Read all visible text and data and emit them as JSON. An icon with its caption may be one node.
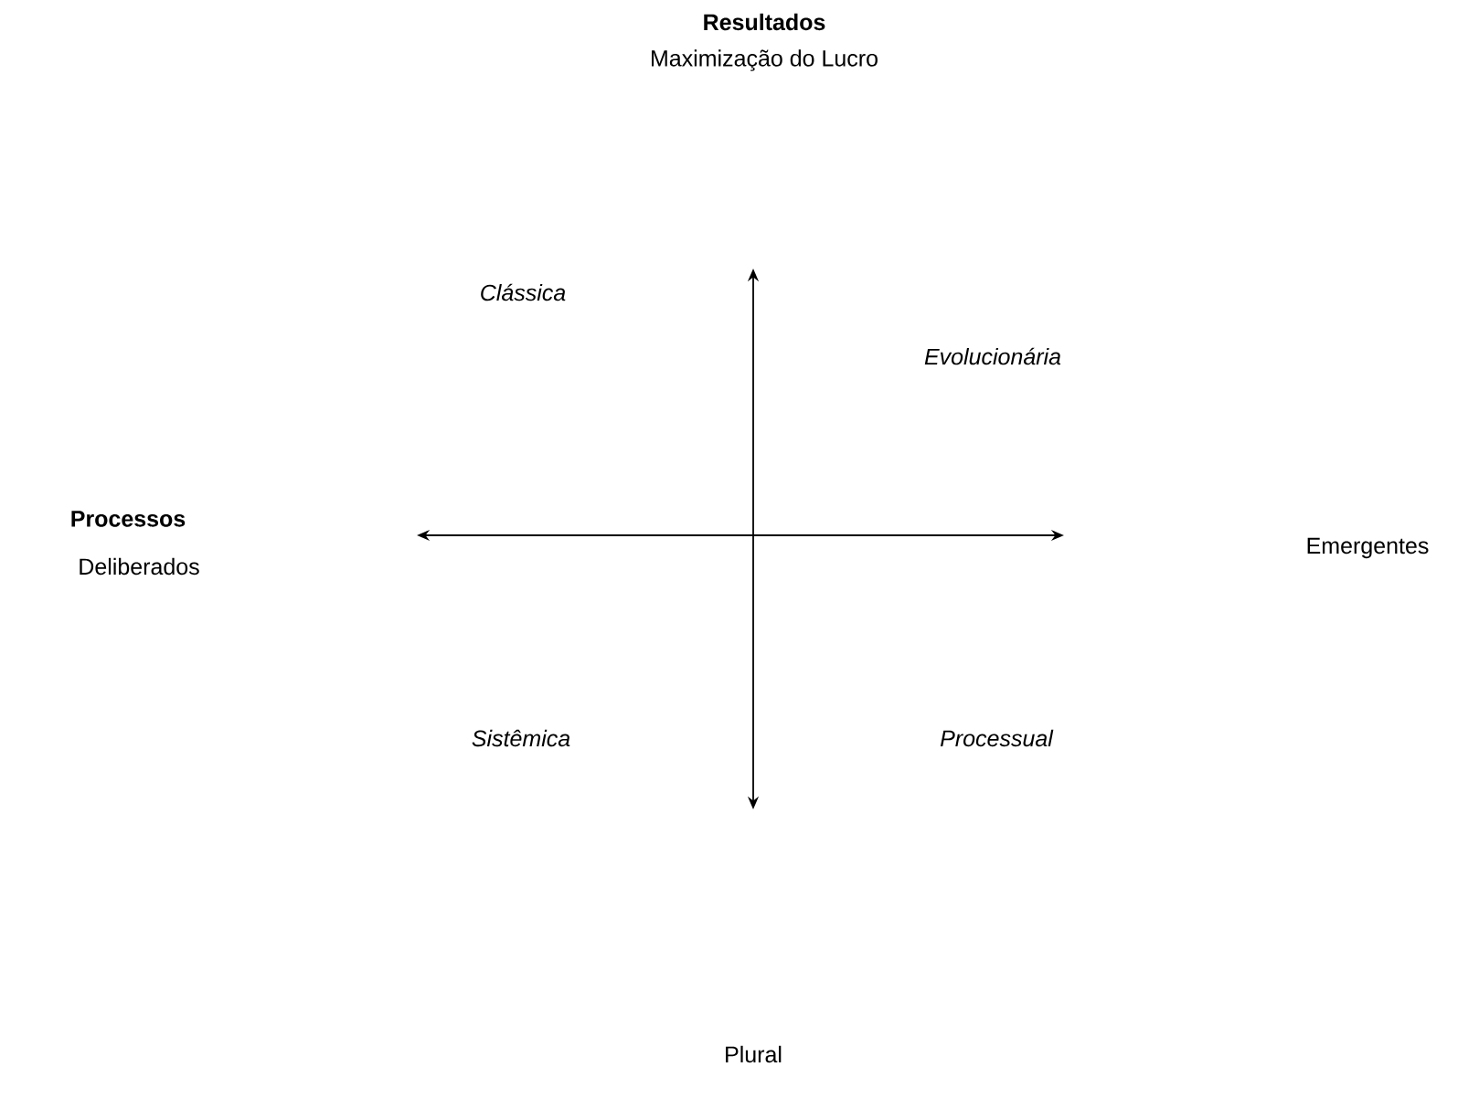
{
  "diagram": {
    "labels": [
      "Resultados",
      "Maximização do Lucro",
      "Clássica",
      "Evolucionária",
      "Processos",
      "Deliberados",
      "Emergentes",
      "Sistêmica",
      "Processual",
      "Plural"
    ]
  }
}
